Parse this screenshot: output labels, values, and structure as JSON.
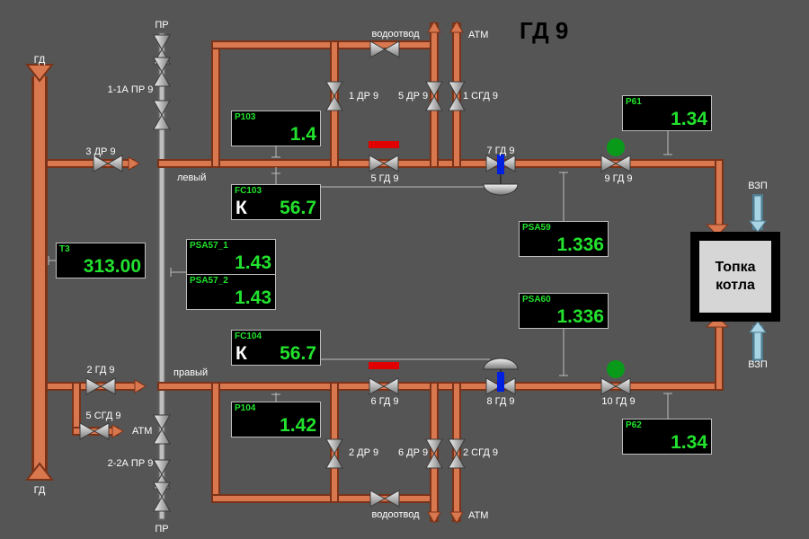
{
  "title": "ГД 9",
  "labels": {
    "gd_top": "ГД",
    "gd_bottom": "ГД",
    "pr_top": "ПР",
    "pr_bottom": "ПР",
    "v_1_1a": "1-1А ПР 9",
    "v_2_2a": "2-2А ПР 9",
    "v_3dr": "3 ДР 9",
    "v_2gd": "2 ГД 9",
    "v_5sgd": "5 СГД 9",
    "atm_left": "АТМ",
    "atm_top": "АТМ",
    "atm_bottom": "АТМ",
    "drain_top": "водоотвод",
    "drain_bottom": "водоотвод",
    "v_1dr": "1 ДР 9",
    "v_5dr": "5 ДР 9",
    "v_1sgd": "1 СГД 9",
    "v_2dr": "2 ДР 9",
    "v_6dr": "6 ДР 9",
    "v_2sgd": "2 СГД 9",
    "v_5gd": "5 ГД 9",
    "v_7gd": "7 ГД 9",
    "v_9gd": "9 ГД 9",
    "v_6gd": "6 ГД 9",
    "v_8gd": "8 ГД 9",
    "v_10gd": "10 ГД 9",
    "left_line": "левый",
    "right_line": "правый",
    "vzp_top": "ВЗП",
    "vzp_bottom": "ВЗП"
  },
  "furnace": {
    "text": "Топка котла"
  },
  "displays": {
    "p103": {
      "tag": "P103",
      "value": "1.4"
    },
    "fc103": {
      "tag": "FC103",
      "mode": "К",
      "value": "56.7"
    },
    "t3": {
      "tag": "T3",
      "value": "313.00"
    },
    "psa57_1": {
      "tag": "PSA57_1",
      "value": "1.43"
    },
    "psa57_2": {
      "tag": "PSA57_2",
      "value": "1.43"
    },
    "fc104": {
      "tag": "FC104",
      "mode": "К",
      "value": "56.7"
    },
    "p104": {
      "tag": "P104",
      "value": "1.42"
    },
    "p61": {
      "tag": "P61",
      "value": "1.34"
    },
    "psa59": {
      "tag": "PSA59",
      "value": "1.336"
    },
    "psa60": {
      "tag": "PSA60",
      "value": "1.336"
    },
    "p62": {
      "tag": "P62",
      "value": "1.34"
    }
  },
  "colors": {
    "background": "#555555",
    "pipe": "#d9774f",
    "value_text": "#22e22e",
    "indicator_red": "#e00000",
    "actuator_blue": "#0020e0",
    "status_green": "#0a9a1a"
  }
}
